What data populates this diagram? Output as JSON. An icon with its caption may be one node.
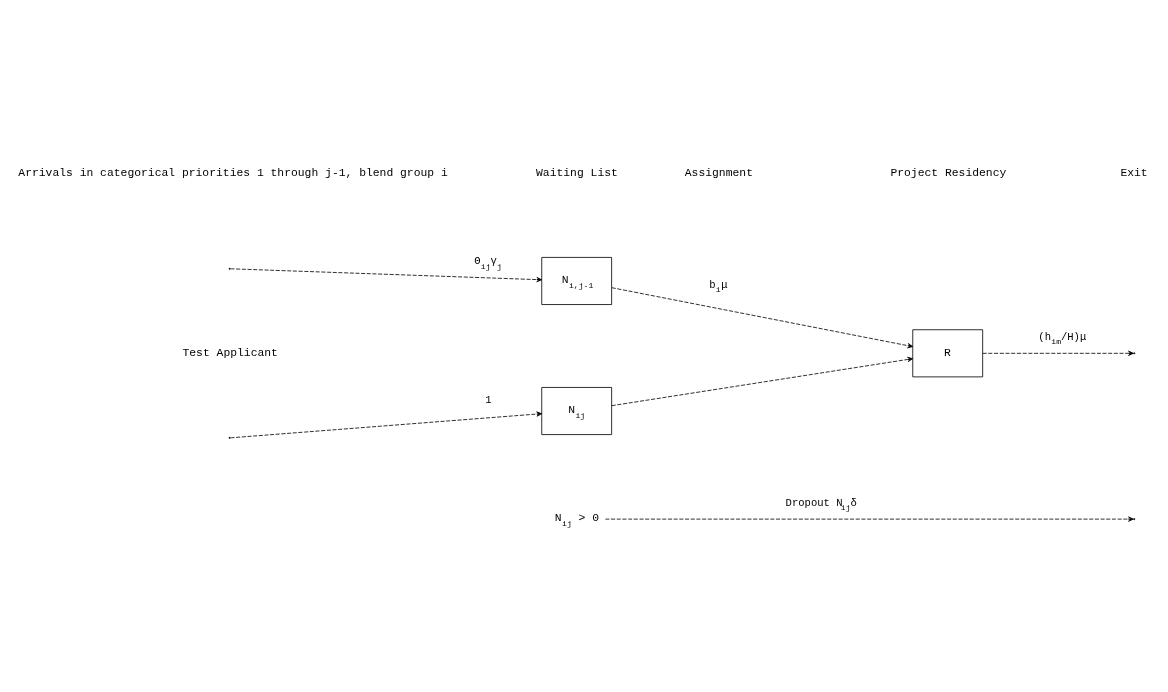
{
  "diagram": {
    "nodes": [
      {
        "text": [
          "N$_{i,j-1}$"
        ]
      },
      {
        "text": [
          "N$_{ij}$"
        ]
      },
      {
        "text": [
          "R"
        ]
      },
      {
        "text": [
          "N$_{ij}$ > 0"
        ]
      }
    ],
    "edges": [
      {
        "from": null,
        "to": 0,
        "arrow": "to",
        "label": "Θ$_{ij}$γ$_{j}$"
      },
      {
        "from": null,
        "to": 1,
        "arrow": "to",
        "label": "1"
      },
      {
        "from": 0,
        "to": 2,
        "arrow": "to",
        "label": "b$_{i}$μ"
      },
      {
        "from": 1,
        "to": 2,
        "arrow": "to"
      },
      {
        "from": 2,
        "to": null,
        "arrow": "to",
        "label": "(h$_{im}$/H)μ"
      },
      {
        "from": 3,
        "to": null,
        "arrow": "to",
        "label": "Dropout N$_{ij}$δ"
      }
    ],
    "labels": [
      "Arrivals in categorical priorities 1 through j-1, blend group i",
      "Waiting List",
      "Assignment",
      "Project Residency",
      "Exit",
      "Test Applicant"
    ]
  }
}
